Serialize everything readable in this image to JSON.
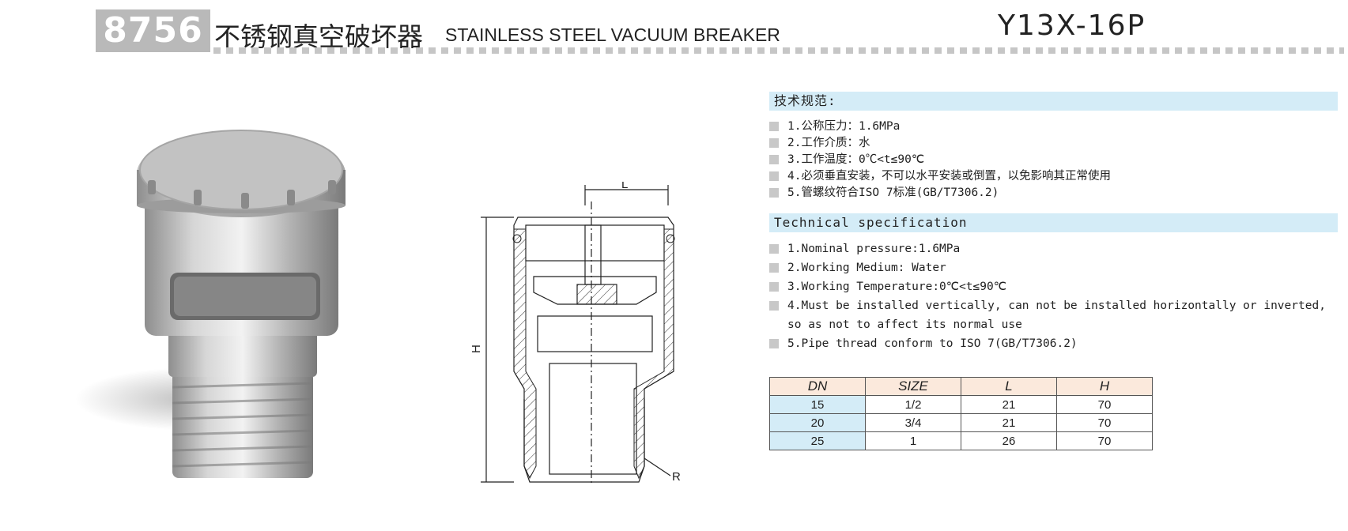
{
  "header": {
    "code": "8756",
    "title_cn": "不锈钢真空破坏器",
    "title_en": "STAINLESS STEEL VACUUM BREAKER",
    "model": "Y13X-16P"
  },
  "drawing": {
    "label_l": "L",
    "label_h": "H",
    "label_r": "R"
  },
  "spec_cn": {
    "heading": "技术规范:",
    "items": [
      "1.公称压力：1.6MPa",
      "2.工作介质：水",
      "3.工作温度：0℃<t≤90℃",
      "4.必须垂直安装，不可以水平安装或倒置，以免影响其正常使用",
      "5.管螺纹符合ISO 7标准(GB/T7306.2)"
    ]
  },
  "spec_en": {
    "heading": "Technical specification",
    "items": [
      "1.Nominal pressure:1.6MPa",
      "2.Working Medium: Water",
      "3.Working Temperature:0℃<t≤90℃",
      "4.Must be installed vertically, can not be installed horizontally or inverted,",
      "so as not to affect its normal use",
      "5.Pipe thread conform to ISO 7(GB/T7306.2)"
    ]
  },
  "size_table": {
    "headers": [
      "DN",
      "SIZE",
      "L",
      "H"
    ],
    "rows": [
      [
        "15",
        "1/2",
        "21",
        "70"
      ],
      [
        "20",
        "3/4",
        "21",
        "70"
      ],
      [
        "25",
        "1",
        "26",
        "70"
      ]
    ]
  }
}
